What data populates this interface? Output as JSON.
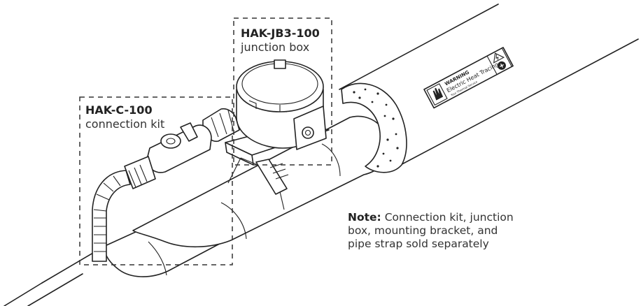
{
  "labels": {
    "junction_box": {
      "part_number": "HAK-JB3-100",
      "description": "junction box"
    },
    "connection_kit": {
      "part_number": "HAK-C-100",
      "description": "connection kit"
    },
    "note": {
      "prefix": "Note:",
      "text": "Connection kit, junction box, mounting bracket, and pipe strap sold separately"
    }
  },
  "warning_label": {
    "title": "WARNING",
    "subtitle": "Electric Heat Tracing",
    "footer": "Your Thermal Service"
  },
  "colors": {
    "line": "#222222",
    "text": "#333333",
    "background": "#ffffff"
  }
}
